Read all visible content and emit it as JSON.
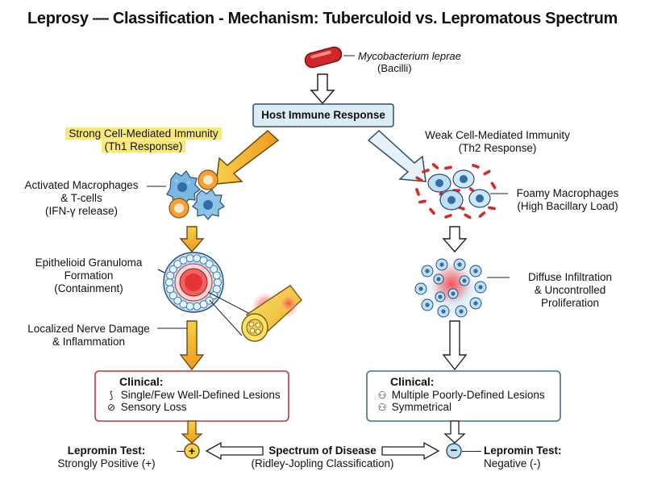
{
  "title": "Leprosy — Classification - Mechanism: Tuberculoid vs. Lepromatous Spectrum",
  "pathogen": {
    "name": "Mycobacterium leprae",
    "sub": "(Bacilli)"
  },
  "host": {
    "label": "Host Immune Response"
  },
  "left": {
    "immunity": {
      "line1": "Strong Cell-Mediated Immunity",
      "line2": "(Th1 Response)"
    },
    "cells": {
      "line1": "Activated Macrophages",
      "line2": "& T-cells",
      "line3": "(IFN-γ release)"
    },
    "granuloma": {
      "line1": "Epithelioid Granuloma",
      "line2": "Formation",
      "line3": "(Containment)"
    },
    "nerve": {
      "line1": "Localized Nerve Damage",
      "line2": "& Inflammation"
    },
    "clinical": {
      "title": "Clinical:",
      "items": [
        {
          "icon": "ear-icon",
          "glyph": "⟆",
          "text": "Single/Few Well-Defined Lesions"
        },
        {
          "icon": "eye-slash-icon",
          "glyph": "⊘",
          "text": "Sensory Loss"
        }
      ]
    },
    "test": {
      "label": "Lepromin Test:",
      "result": "Strongly Positive (+)",
      "symbol": "+"
    }
  },
  "right": {
    "immunity": {
      "line1": "Weak Cell-Mediated Immunity",
      "line2": "(Th2 Response)"
    },
    "cells": {
      "line1": "Foamy Macrophages",
      "line2": "(High Bacillary Load)"
    },
    "infiltration": {
      "line1": "Diffuse Infiltration",
      "line2": "& Uncontrolled",
      "line3": "Proliferation"
    },
    "clinical": {
      "title": "Clinical:",
      "items": [
        {
          "icon": "people-icon",
          "glyph": "⚇",
          "text": "Multiple Poorly-Defined Lesions"
        },
        {
          "icon": "people-icon",
          "glyph": "⚇",
          "text": "Symmetrical"
        }
      ]
    },
    "test": {
      "label": "Lepromin Test:",
      "result": "Negative (-)",
      "symbol": "−"
    }
  },
  "spectrum": {
    "line1": "Spectrum of Disease",
    "line2": "(Ridley-Jopling Classification)"
  },
  "colors": {
    "accent_left": "#f2b52a",
    "accent_right": "#dcecf6",
    "clinical_left_border": "#b33a3a",
    "clinical_right_border": "#3f6f95",
    "highlight": "#fbe87a"
  }
}
